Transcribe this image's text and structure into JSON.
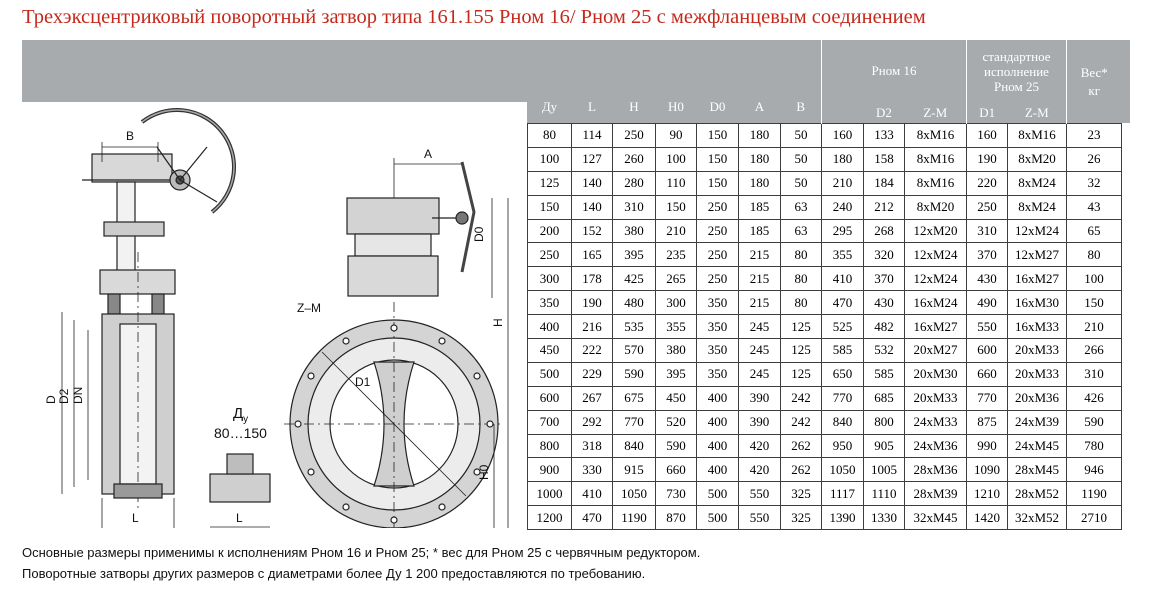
{
  "title": "Трехэксцентриковый поворотный затвор типа 161.155 Рном 16/ Рном 25 с межфланцевым соединением",
  "drawing_labels": {
    "B": "B",
    "A": "A",
    "D0": "D0",
    "H": "H",
    "H0": "H0",
    "ZM": "Z–M",
    "D1": "D1",
    "D": "D",
    "D2": "D2",
    "DN": "DN",
    "L": "L",
    "Dy": "Д",
    "Dy_sub": "у",
    "range": "80…150"
  },
  "table": {
    "columns": [
      "Ду",
      "L",
      "H",
      "H0",
      "D0",
      "A",
      "B"
    ],
    "group_pn16": "Рном 16",
    "group_pn16_sub": [
      "D2",
      "Z-M"
    ],
    "group_pn25": "стандартное исполнение Рном 25",
    "group_pn25_sub": [
      "D1",
      "Z-M"
    ],
    "weight": "Вес* кг",
    "rows": [
      [
        "80",
        "114",
        "250",
        "90",
        "150",
        "180",
        "50",
        "160",
        "133",
        "8xM16",
        "160",
        "8xM16",
        "23"
      ],
      [
        "100",
        "127",
        "260",
        "100",
        "150",
        "180",
        "50",
        "180",
        "158",
        "8xM16",
        "190",
        "8xM20",
        "26"
      ],
      [
        "125",
        "140",
        "280",
        "110",
        "150",
        "180",
        "50",
        "210",
        "184",
        "8xM16",
        "220",
        "8xM24",
        "32"
      ],
      [
        "150",
        "140",
        "310",
        "150",
        "250",
        "185",
        "63",
        "240",
        "212",
        "8xM20",
        "250",
        "8xM24",
        "43"
      ],
      [
        "200",
        "152",
        "380",
        "210",
        "250",
        "185",
        "63",
        "295",
        "268",
        "12xM20",
        "310",
        "12xM24",
        "65"
      ],
      [
        "250",
        "165",
        "395",
        "235",
        "250",
        "215",
        "80",
        "355",
        "320",
        "12xM24",
        "370",
        "12xM27",
        "80"
      ],
      [
        "300",
        "178",
        "425",
        "265",
        "250",
        "215",
        "80",
        "410",
        "370",
        "12xM24",
        "430",
        "16xM27",
        "100"
      ],
      [
        "350",
        "190",
        "480",
        "300",
        "350",
        "215",
        "80",
        "470",
        "430",
        "16xM24",
        "490",
        "16xM30",
        "150"
      ],
      [
        "400",
        "216",
        "535",
        "355",
        "350",
        "245",
        "125",
        "525",
        "482",
        "16xM27",
        "550",
        "16xM33",
        "210"
      ],
      [
        "450",
        "222",
        "570",
        "380",
        "350",
        "245",
        "125",
        "585",
        "532",
        "20xM27",
        "600",
        "20xM33",
        "266"
      ],
      [
        "500",
        "229",
        "590",
        "395",
        "350",
        "245",
        "125",
        "650",
        "585",
        "20xM30",
        "660",
        "20xM33",
        "310"
      ],
      [
        "600",
        "267",
        "675",
        "450",
        "400",
        "390",
        "242",
        "770",
        "685",
        "20xM33",
        "770",
        "20xM36",
        "426"
      ],
      [
        "700",
        "292",
        "770",
        "520",
        "400",
        "390",
        "242",
        "840",
        "800",
        "24xM33",
        "875",
        "24xM39",
        "590"
      ],
      [
        "800",
        "318",
        "840",
        "590",
        "400",
        "420",
        "262",
        "950",
        "905",
        "24xM36",
        "990",
        "24xM45",
        "780"
      ],
      [
        "900",
        "330",
        "915",
        "660",
        "400",
        "420",
        "262",
        "1050",
        "1005",
        "28xM36",
        "1090",
        "28xM45",
        "946"
      ],
      [
        "1000",
        "410",
        "1050",
        "730",
        "500",
        "550",
        "325",
        "1117",
        "1110",
        "28xM39",
        "1210",
        "28xM52",
        "1190"
      ],
      [
        "1200",
        "470",
        "1190",
        "870",
        "500",
        "550",
        "325",
        "1390",
        "1330",
        "32xM45",
        "1420",
        "32xM52",
        "2710"
      ]
    ]
  },
  "notes": [
    "Основные размеры применимы к исполнениям Рном 16 и Рном 25; * вес для Рном 25 с червячным редуктором.",
    "Поворотные затворы других размеров с диаметрами более Ду 1 200 предоставляются по требованию."
  ]
}
